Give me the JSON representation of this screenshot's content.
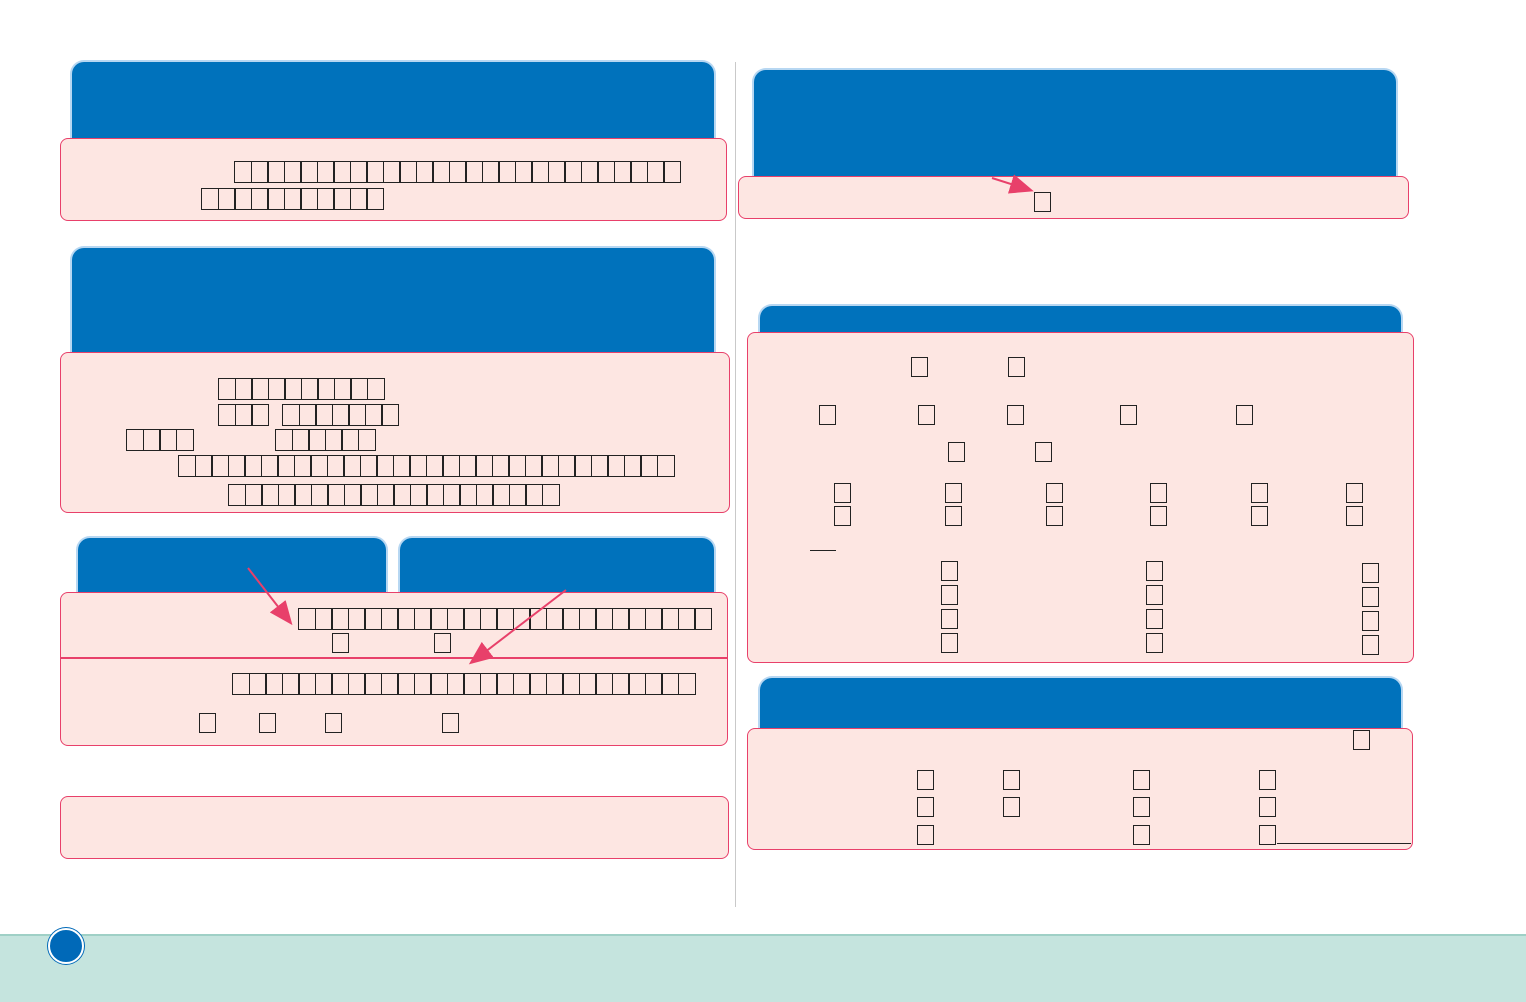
{
  "page": {
    "sections": [
      {
        "id": "section-1",
        "fields": [
          "combs-24",
          "combs-10"
        ]
      },
      {
        "id": "section-2",
        "fields": [
          "combs-10",
          "combs-3",
          "combs-6",
          "combs-4",
          "combs-5",
          "combs-30",
          "combs-19"
        ]
      },
      {
        "id": "section-3a",
        "fields": [
          "combs-24",
          "checkbox",
          "checkbox"
        ]
      },
      {
        "id": "section-3b",
        "fields": [
          "combs-28",
          "checkbox",
          "checkbox",
          "checkbox",
          "checkbox"
        ]
      },
      {
        "id": "section-4",
        "fields": []
      },
      {
        "id": "section-5",
        "fields": [
          "checkbox"
        ]
      },
      {
        "id": "section-6",
        "fields": [
          "checkbox-grid"
        ]
      },
      {
        "id": "section-7",
        "fields": [
          "checkbox-grid"
        ]
      }
    ]
  },
  "colors": {
    "header_blue": "#0072bc",
    "panel_pink": "#fde6e2",
    "panel_border": "#e8406a",
    "arrow": "#e8406a",
    "footer_teal": "#c5e4de",
    "badge_blue": "#0069b8"
  }
}
